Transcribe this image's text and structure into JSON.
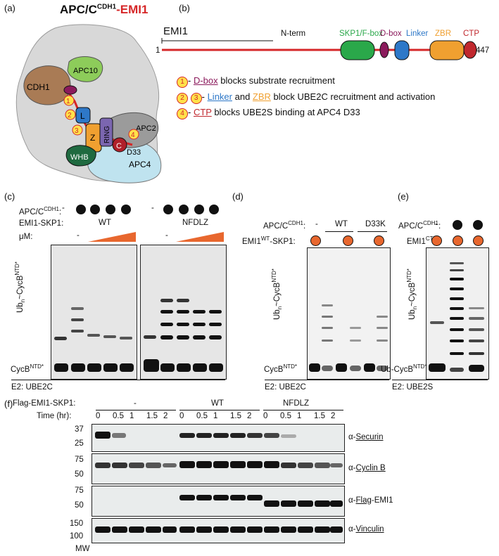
{
  "panel_a": {
    "label": "(a)",
    "title_main": "APC/C",
    "title_sup": "CDH1",
    "title_suffix": "-EMI1",
    "subunits": {
      "cdh1": "CDH1",
      "apc10": "APC10",
      "l": "L",
      "z": "Z",
      "ring": "RING",
      "apc2": "APC2",
      "whb": "WHB",
      "c": "C",
      "d33": "D33",
      "apc4": "APC4"
    },
    "markers": [
      "1",
      "2",
      "3",
      "4"
    ]
  },
  "panel_b": {
    "label": "(b)",
    "protein": "EMI1",
    "start": "1",
    "end": "447",
    "domains": {
      "nterm": "N-term",
      "skp1": "SKP1/F-box",
      "dbox": "D-box",
      "linker": "Linker",
      "zbr": "ZBR",
      "ctp": "CTP"
    },
    "legend": [
      {
        "markers": [
          "1"
        ],
        "key": "D-box",
        "text": " blocks substrate recruitment",
        "color": "#8b1a5c"
      },
      {
        "markers": [
          "2",
          "3"
        ],
        "key": "Linker",
        "mid": " and ",
        "key2": "ZBR",
        "text": " block UBE2C recruitment and activation",
        "color": "#2e78c8",
        "color2": "#f0a030"
      },
      {
        "markers": [
          "4"
        ],
        "key": "CTP",
        "text": " blocks UBE2S binding at APC4 D33",
        "color": "#c0282e"
      }
    ],
    "colors": {
      "skp1": "#2aa84a",
      "dbox": "#8b1a5c",
      "linker": "#2e78c8",
      "zbr": "#f0a030",
      "ctp": "#c0282e",
      "line": "#d62728"
    }
  },
  "panel_c": {
    "label": "(c)",
    "row1": "APC/C",
    "row1_sup": "CDH1",
    "row2": "EMI1-SKP1:",
    "row3": "μM:",
    "wt": "WT",
    "nfdlz": "NFDLZ",
    "dash": "-",
    "ub_label": "Ub",
    "ub_sub": "n",
    "ub_rest": "~CycB",
    "ub_sup": "NTD*",
    "cyc_label": "CycB",
    "cyc_sup": "NTD*",
    "e2": "E2: UBE2C"
  },
  "panel_d": {
    "label": "(d)",
    "row1": "APC/C",
    "row1_sup": "CDH1",
    "row2": "EMI1",
    "row2_sup": "WT",
    "row2_suffix": "-SKP1:",
    "wt": "WT",
    "d33k": "D33K",
    "dash": "-",
    "ub_label": "Ub",
    "ub_sub": "n",
    "ub_rest": "~CycB",
    "ub_sup": "NTD*",
    "cyc_label": "CycB",
    "cyc_sup": "NTD*",
    "e2": "E2: UBE2C"
  },
  "panel_e": {
    "label": "(e)",
    "row1": "APC/C",
    "row1_sup": "CDH1",
    "row2": "EMI1",
    "row2_sup": "CTP",
    "dash": "-",
    "ub_label": "Ub",
    "ub_sub": "n",
    "ub_rest": "~CycB",
    "ub_sup": "NTD*",
    "cyc_label": "Ub-CycB",
    "cyc_sup": "NTD*",
    "e2": "E2: UBE2S"
  },
  "panel_f": {
    "label": "(f)",
    "row1": "Flag-EMI1-SKP1:",
    "row2": "Time (hr):",
    "groups": [
      "-",
      "WT",
      "NFDLZ"
    ],
    "times": [
      "0",
      "0.5",
      "1",
      "1.5",
      "2"
    ],
    "mw_label": "MW",
    "blots": [
      {
        "prefix": "α-",
        "name": "Securin",
        "mw": [
          "37",
          "25"
        ]
      },
      {
        "prefix": "α-",
        "name": "Cyclin B",
        "mw": [
          "75",
          "50"
        ]
      },
      {
        "prefix": "α-",
        "name": "Flag",
        "suffix": "-EMI1",
        "mw": [
          "75",
          "50"
        ]
      },
      {
        "prefix": "α-",
        "name": "Vinculin",
        "mw": [
          "150",
          "100"
        ]
      }
    ]
  }
}
